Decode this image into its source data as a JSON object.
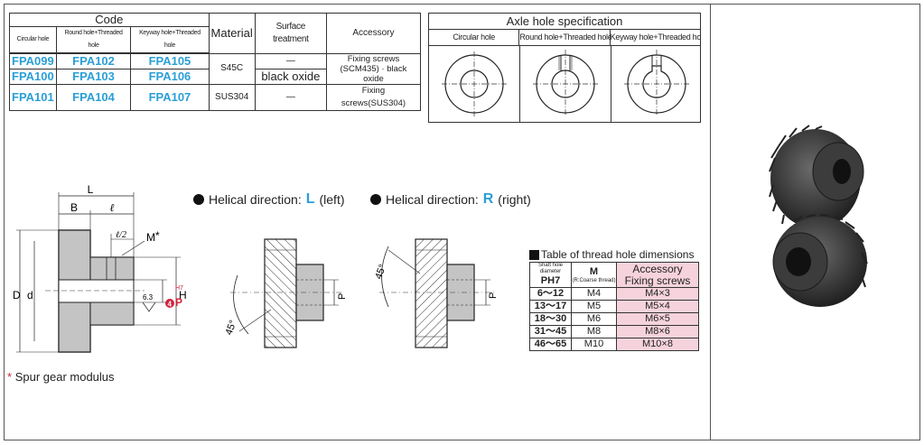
{
  "code_table": {
    "code_header": "Code",
    "material_header": "Material",
    "surface_header": "Surface treatment",
    "accessory_header": "Accessory",
    "sub_headers": [
      "Circular hole",
      "Round hole+Threaded hole",
      "Keyway hole+Threaded hole"
    ],
    "rows": [
      {
        "codes": [
          "FPA099",
          "FPA102",
          "FPA105"
        ]
      },
      {
        "codes": [
          "FPA100",
          "FPA103",
          "FPA106"
        ]
      },
      {
        "codes": [
          "FPA101",
          "FPA104",
          "FPA107"
        ]
      }
    ],
    "material_s45c": "S45C",
    "material_sus304": "SUS304",
    "surface_dash_1": "—",
    "surface_black_oxide": "black oxide",
    "surface_dash_2": "—",
    "accessory_1_line1": "Fixing screws",
    "accessory_1_line2": "(SCM435) · black oxide",
    "accessory_2": "Fixing screws(SUS304)"
  },
  "axle_spec": {
    "title": "Axle hole specification",
    "columns": [
      "Circular hole",
      "Round hole+Threaded hole",
      "Keyway hole+Threaded hole"
    ]
  },
  "drawing": {
    "dim_L": "L",
    "dim_B": "B",
    "dim_l": "ℓ",
    "dim_l2": "ℓ/2",
    "dim_M": "M",
    "star": "*",
    "dim_D": "D",
    "dim_d": "d",
    "dim_H": "H",
    "dim_P": "P",
    "dim_H7": "H7",
    "circle4": "4",
    "roughness": "6.3",
    "angle": "45°",
    "left_label": "Helical direction:",
    "left_letter": "L",
    "left_suffix": "(left)",
    "right_label": "Helical direction:",
    "right_letter": "R",
    "right_suffix": "(right)"
  },
  "thread_table": {
    "title": "Table of thread hole dimensions",
    "h_shaft_small": "Shaft hole diameter",
    "h_shaft": "PH7",
    "h_m": "M",
    "h_m_small": "(R:Coarse thread)",
    "h_acc_line1": "Accessory",
    "h_acc_line2": "Fixing screws",
    "rows": [
      {
        "range": "6～12",
        "m": "M4",
        "screw": "M4×3"
      },
      {
        "range": "13～17",
        "m": "M5",
        "screw": "M5×4"
      },
      {
        "range": "18～30",
        "m": "M6",
        "screw": "M6×5"
      },
      {
        "range": "31～45",
        "m": "M8",
        "screw": "M8×6"
      },
      {
        "range": "46～65",
        "m": "M10",
        "screw": "M10×8"
      }
    ]
  },
  "footnote": {
    "star": "*",
    "text": "Spur gear modulus"
  }
}
